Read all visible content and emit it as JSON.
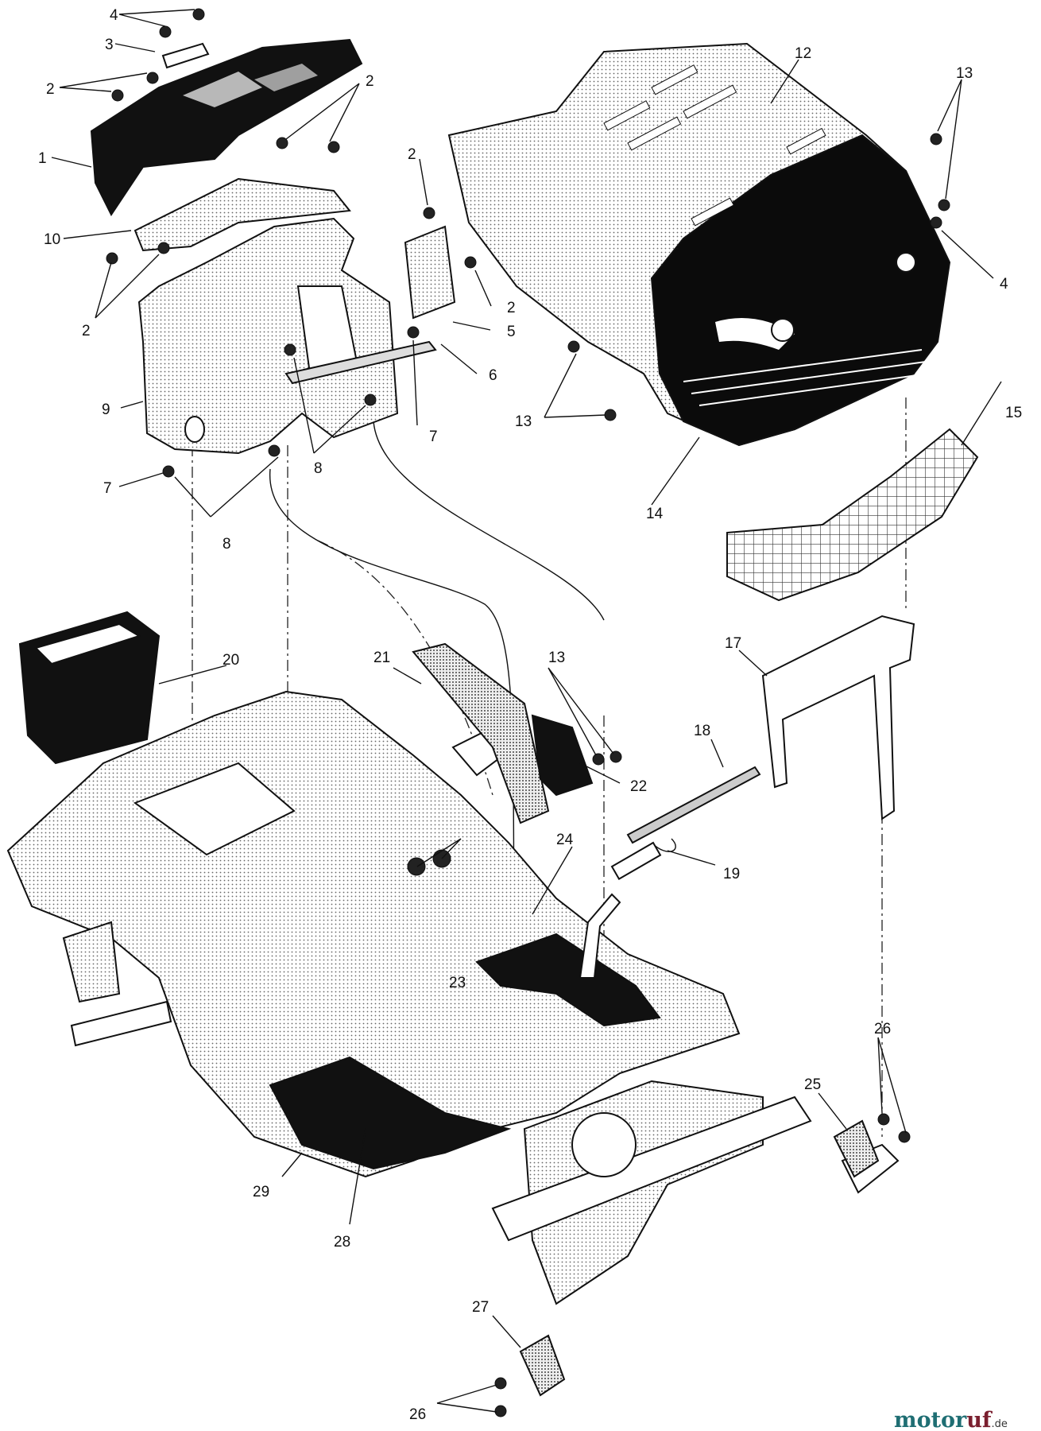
{
  "brand": {
    "main_a": "motor",
    "main_b": "uf",
    "suffix": ".de"
  },
  "callouts": [
    {
      "label": "4"
    },
    {
      "label": "3"
    },
    {
      "label": "2"
    },
    {
      "label": "1"
    },
    {
      "label": "10"
    },
    {
      "label": "2"
    },
    {
      "label": "2"
    },
    {
      "label": "2"
    },
    {
      "label": "2"
    },
    {
      "label": "5"
    },
    {
      "label": "9"
    },
    {
      "label": "6"
    },
    {
      "label": "7"
    },
    {
      "label": "8"
    },
    {
      "label": "7"
    },
    {
      "label": "8"
    },
    {
      "label": "12"
    },
    {
      "label": "13"
    },
    {
      "label": "4"
    },
    {
      "label": "13"
    },
    {
      "label": "14"
    },
    {
      "label": "15"
    },
    {
      "label": "20"
    },
    {
      "label": "21"
    },
    {
      "label": "13"
    },
    {
      "label": "17"
    },
    {
      "label": "18"
    },
    {
      "label": "22"
    },
    {
      "label": "19"
    },
    {
      "label": "24"
    },
    {
      "label": "23"
    },
    {
      "label": "26"
    },
    {
      "label": "25"
    },
    {
      "label": "29"
    },
    {
      "label": "28"
    },
    {
      "label": "27"
    },
    {
      "label": "26"
    }
  ]
}
